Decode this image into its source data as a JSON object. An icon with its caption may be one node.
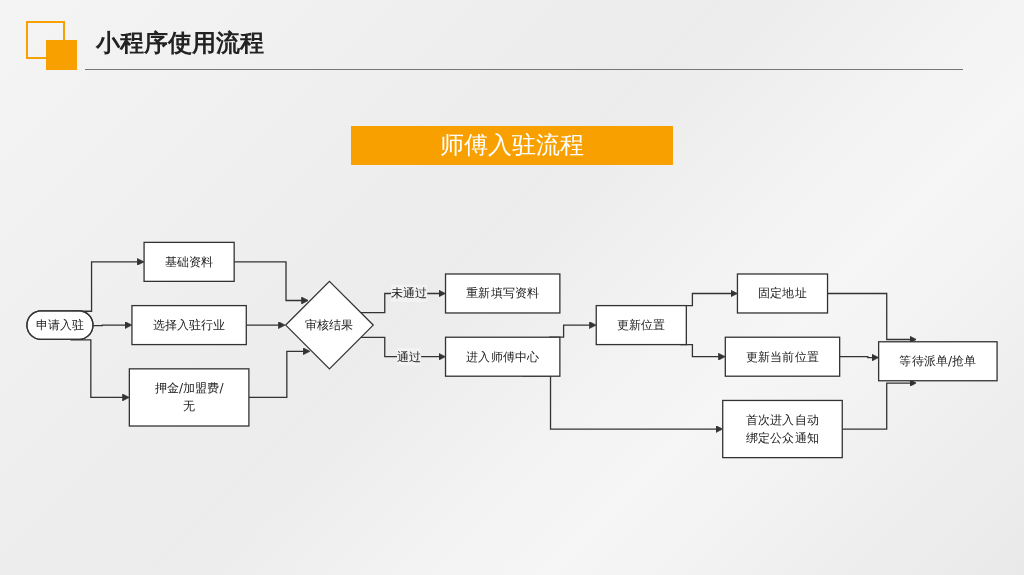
{
  "diagram": {
    "title": "小程序使用流程",
    "nodes": [
      {
        "text": [
          "申请入驻"
        ]
      },
      {
        "text": [
          "基础资料"
        ]
      },
      {
        "text": [
          "选择入驻行业"
        ]
      },
      {
        "text": [
          "押金/加盟费/无"
        ]
      },
      {
        "text": [
          "审核结果"
        ]
      },
      {
        "text": [
          "重新填写资料"
        ]
      },
      {
        "text": [
          "进入师傅中心"
        ]
      },
      {
        "text": [
          "更新位置"
        ]
      },
      {
        "text": [
          "首次进入自动绑定公众通知"
        ]
      },
      {
        "text": [
          "固定地址"
        ]
      },
      {
        "text": [
          "更新当前位置"
        ]
      },
      {
        "text": [
          "等待派单/抢单"
        ]
      }
    ],
    "edges": [
      {
        "from": 0,
        "to": 1,
        "arrow": "to"
      },
      {
        "from": 0,
        "to": 2,
        "arrow": "to"
      },
      {
        "from": 0,
        "to": 3,
        "arrow": "to"
      },
      {
        "from": 1,
        "to": 4,
        "arrow": "to"
      },
      {
        "from": 2,
        "to": 4,
        "arrow": "to"
      },
      {
        "from": 3,
        "to": 4,
        "arrow": "to"
      },
      {
        "from": 4,
        "to": 5,
        "label": "未通过",
        "arrow": "to"
      },
      {
        "from": 4,
        "to": 6,
        "label": "通过",
        "arrow": "to"
      },
      {
        "from": 6,
        "to": 7,
        "arrow": "to"
      },
      {
        "from": 6,
        "to": 8,
        "arrow": "to"
      },
      {
        "from": 7,
        "to": 9,
        "arrow": "to"
      },
      {
        "from": 7,
        "to": 10,
        "arrow": "to"
      },
      {
        "from": 9,
        "to": 11,
        "arrow": "to"
      },
      {
        "from": 10,
        "to": 11,
        "arrow": "to"
      },
      {
        "from": 8,
        "to": 11,
        "arrow": "to"
      }
    ],
    "labels": [
      "师傅入驻流程"
    ]
  }
}
